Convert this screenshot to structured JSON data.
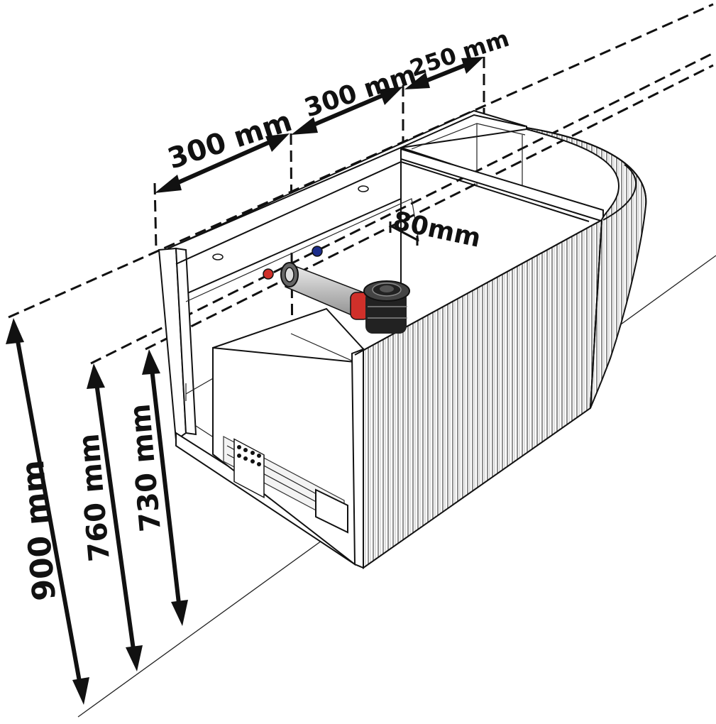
{
  "labels": {
    "width_left": "300 mm",
    "width_middle": "300 mm",
    "width_right": "250 mm",
    "depth_offset": "80mm",
    "height_total": "900 mm",
    "height_middle": "760 mm",
    "height_inner": "730 mm"
  },
  "colors": {
    "line": "#111111",
    "hot_valve": "#d0302a",
    "cold_valve": "#1c2d8a",
    "pipe": "#cfcfcf",
    "siphon": "#222222"
  }
}
